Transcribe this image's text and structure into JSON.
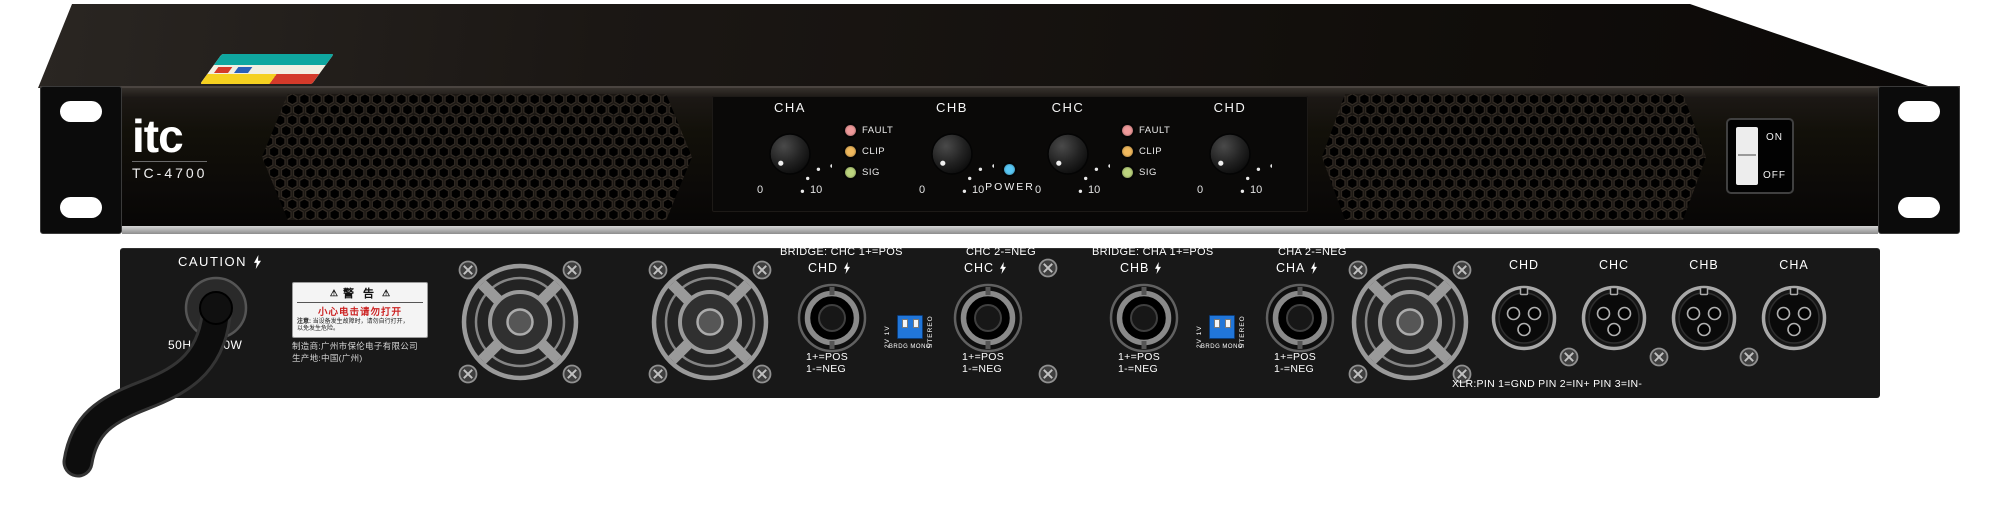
{
  "front": {
    "brand": "itc",
    "model": "TC-4700",
    "channels": [
      {
        "label": "CHA",
        "min": "0",
        "max": "10"
      },
      {
        "label": "CHB",
        "min": "0",
        "max": "10"
      },
      {
        "label": "CHC",
        "min": "0",
        "max": "10"
      },
      {
        "label": "CHD",
        "min": "0",
        "max": "10"
      }
    ],
    "leds": [
      "FAULT",
      "CLIP",
      "SIG"
    ],
    "power_label": "POWER",
    "switch_on": "ON",
    "switch_off": "OFF",
    "colors": {
      "fault": "#ef9a9a",
      "clip": "#f0b95e",
      "sig": "#bcd47e",
      "power": "#5ac8f5"
    }
  },
  "rear": {
    "caution": "CAUTION",
    "rating": "50Hz 3200W",
    "warning": {
      "title": "警 告",
      "shock": "小心电击请勿打开",
      "note": "注意:",
      "line1": "当设备发生故障时，请勿自行打开，",
      "line2": "以免发生危险。"
    },
    "maker1": "制造商:广州市保伦电子有限公司",
    "maker2": "生产地:中国(广州)",
    "bridge_a": {
      "left": "BRIDGE: CHC 1+=POS",
      "right": "CHC 2-=NEG"
    },
    "bridge_b": {
      "left": "BRIDGE: CHA 1+=POS",
      "right": "CHA 2-=NEG"
    },
    "speakons": [
      {
        "label": "CHD",
        "pins": "1+=POS",
        "pins2": "1-=NEG"
      },
      {
        "label": "CHC",
        "pins": "1+=POS",
        "pins2": "1-=NEG"
      },
      {
        "label": "CHB",
        "pins": "1+=POS",
        "pins2": "1-=NEG"
      },
      {
        "label": "CHA",
        "pins": "1+=POS",
        "pins2": "1-=NEG"
      }
    ],
    "dip": {
      "volts": "2V 1V",
      "stereo": "STEREO",
      "mode": "BRDG MONO"
    },
    "xlr": {
      "labels": [
        "CHD",
        "CHC",
        "CHB",
        "CHA"
      ],
      "note": "XLR:PIN 1=GND PIN 2=IN+ PIN 3=IN-"
    }
  }
}
